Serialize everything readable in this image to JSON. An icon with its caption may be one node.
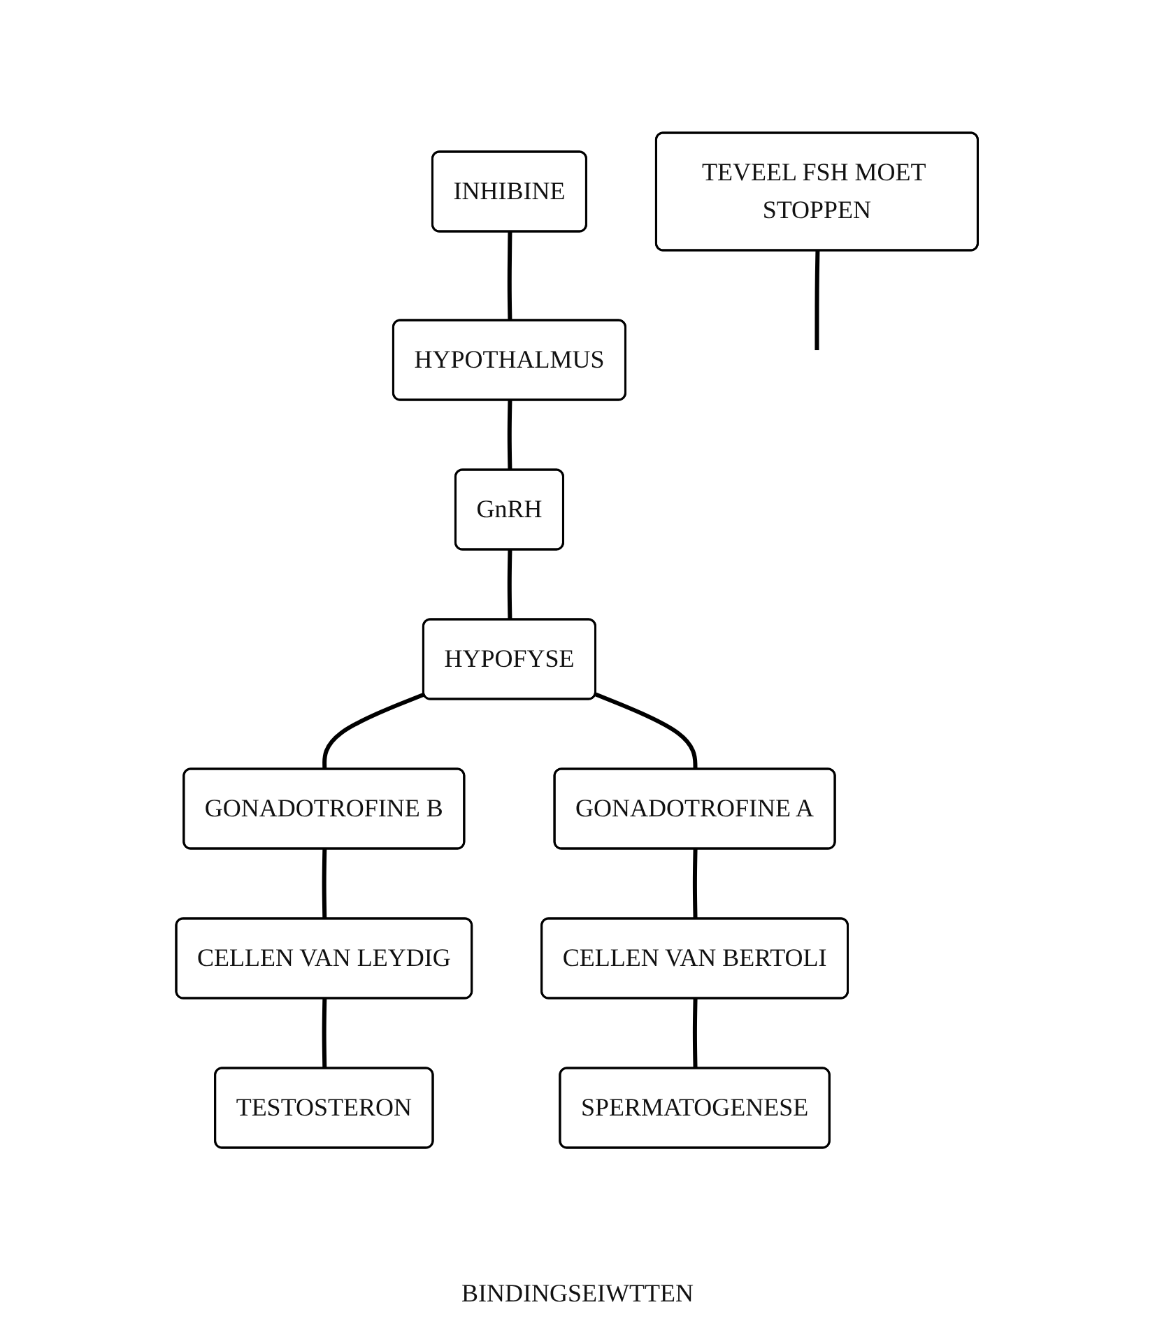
{
  "diagram": {
    "nodes": [
      {
        "text": [
          "TEVEEL FSH MOET STOPPEN"
        ]
      },
      {
        "text": [
          "HYPOTHALMUS"
        ]
      },
      {
        "text": [
          "GnRH"
        ]
      },
      {
        "text": [
          "HYPOFYSE"
        ]
      },
      {
        "text": [
          "GONADOTROFINE B"
        ]
      },
      {
        "text": [
          "GONADOTROFINE A"
        ]
      },
      {
        "text": [
          "CELLEN VAN LEYDIG"
        ]
      },
      {
        "text": [
          "CELLEN VAN BERTOLI"
        ]
      },
      {
        "text": [
          "INHIBINE"
        ]
      },
      {
        "text": [
          "TESTOSTERON"
        ]
      },
      {
        "text": [
          "SPERMATOGENESE"
        ]
      }
    ],
    "edges": [
      {
        "from": 1,
        "to": 2,
        "arrow": "none"
      },
      {
        "from": 2,
        "to": 3,
        "arrow": "none"
      },
      {
        "from": 3,
        "to": 4,
        "arrow": "none"
      },
      {
        "from": 3,
        "to": 5,
        "arrow": "none"
      },
      {
        "from": 4,
        "to": 6,
        "arrow": "none"
      },
      {
        "from": 5,
        "to": 7,
        "arrow": "none"
      },
      {
        "from": 6,
        "to": 9,
        "arrow": "none"
      },
      {
        "from": 7,
        "to": 10,
        "arrow": "none"
      },
      {
        "from": 8,
        "to": 1,
        "arrow": "none"
      },
      {
        "from": 0,
        "to": null,
        "arrow": "none"
      }
    ],
    "labels": [
      "BINDINGSEIWTTEN"
    ]
  }
}
